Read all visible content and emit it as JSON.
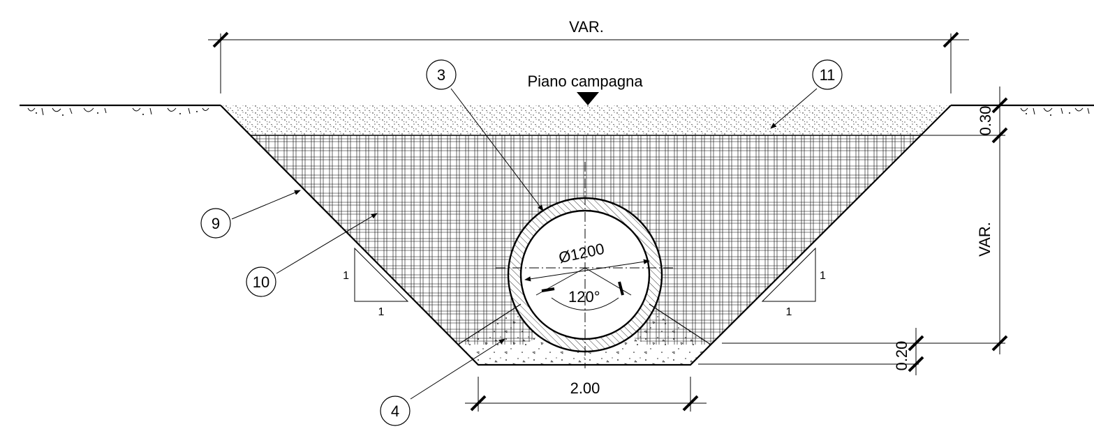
{
  "labels": {
    "top_dimension": "VAR.",
    "ground_level": "Piano campagna",
    "right_height_dimension": "VAR.",
    "top_layer_thickness": "0.30",
    "bed_thickness": "0.20",
    "bottom_width": "2.00",
    "pipe_diameter": "Ø1200",
    "bedding_angle": "120°",
    "slope_left_vertical": "1",
    "slope_left_horizontal": "1",
    "slope_right_vertical": "1",
    "slope_right_horizontal": "1"
  },
  "callouts": {
    "pipe": "3",
    "bedding": "4",
    "trench_wall": "9",
    "backfill": "10",
    "top_layer": "11"
  },
  "colors": {
    "line": "#000000",
    "background": "#ffffff"
  }
}
